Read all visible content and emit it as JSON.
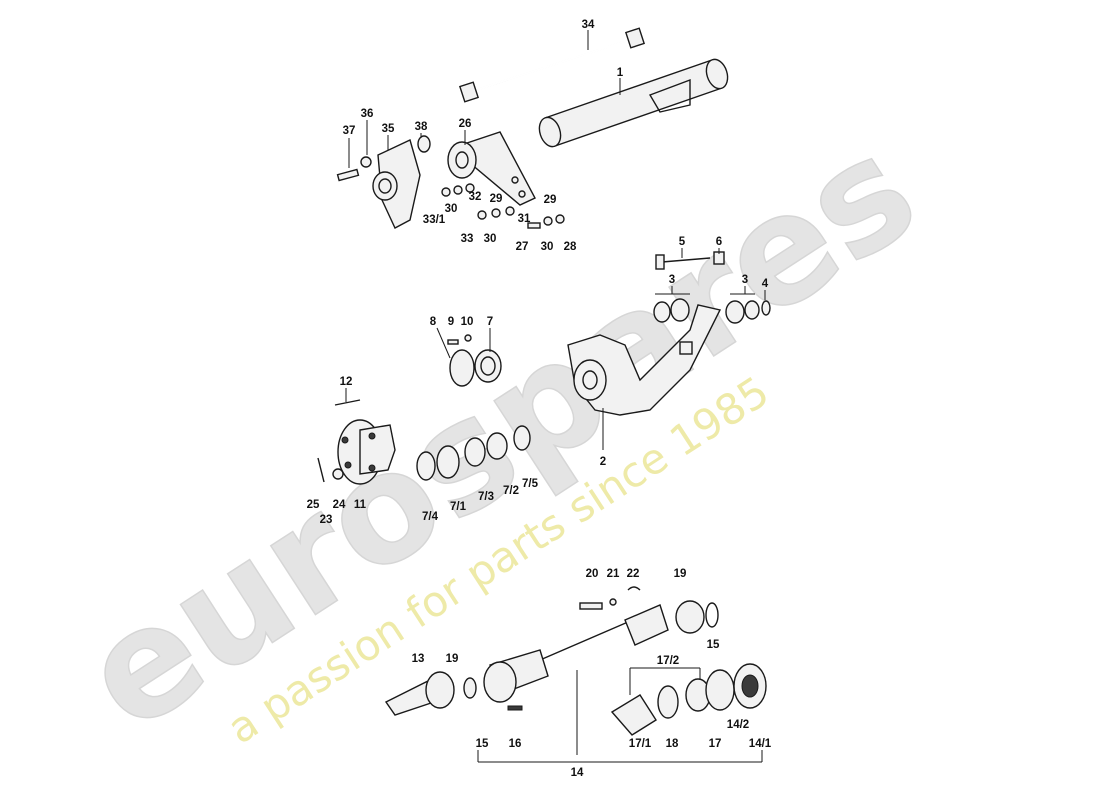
{
  "watermark": {
    "brand": "eurospares",
    "tagline": "a passion for parts since 1985"
  },
  "callouts": [
    "34",
    "1",
    "37",
    "36",
    "35",
    "38",
    "26",
    "32",
    "33/1",
    "30",
    "29",
    "31",
    "33",
    "30",
    "29",
    "27",
    "30",
    "28",
    "5",
    "6",
    "3",
    "3",
    "4",
    "9",
    "10",
    "8",
    "7",
    "12",
    "2",
    "25",
    "24",
    "23",
    "11",
    "7/4",
    "7/1",
    "7/3",
    "7/2",
    "7/5",
    "20",
    "21",
    "22",
    "19",
    "15",
    "13",
    "19",
    "17/2",
    "15",
    "16",
    "14",
    "17/1",
    "18",
    "17",
    "14/2",
    "14/1"
  ]
}
